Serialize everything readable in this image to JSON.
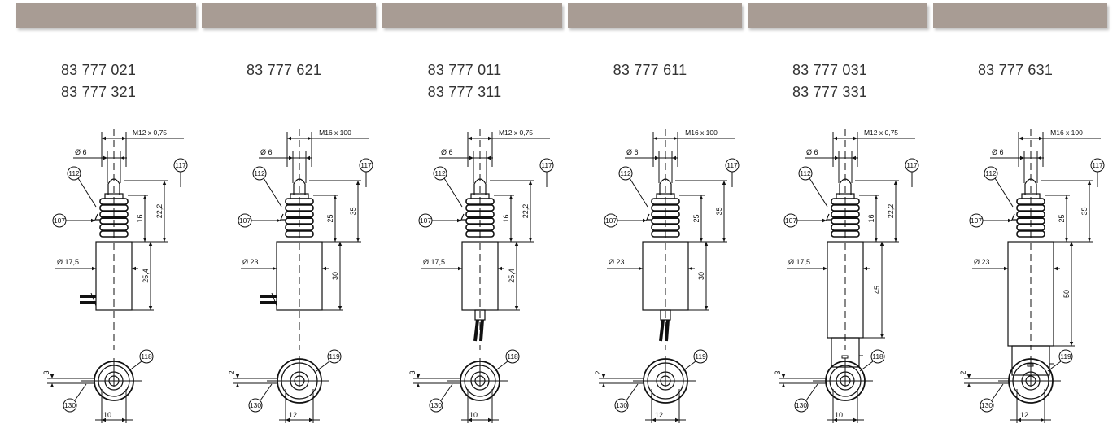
{
  "columns": [
    {
      "parts": [
        "83 777 021",
        "83 777 321"
      ],
      "thread": "M12 x 0,75",
      "pin_dia": "Ø 6",
      "body_dia": "Ø 17,5",
      "dims": {
        "upper": "16",
        "upper_total": "22,2",
        "body": "25,4",
        "flat": "3",
        "across": "10"
      },
      "callouts": {
        "nut": "112",
        "washer": "107",
        "pin": "117",
        "view": "118",
        "edge": "130"
      },
      "connector": "side-wires"
    },
    {
      "parts": [
        "83 777 621"
      ],
      "thread": "M16 x 100",
      "pin_dia": "Ø 6",
      "body_dia": "Ø 23",
      "dims": {
        "upper": "25",
        "upper_total": "35",
        "body": "30",
        "flat": "2",
        "across": "12"
      },
      "callouts": {
        "nut": "112",
        "washer": "107",
        "pin": "117",
        "view": "119",
        "edge": "130"
      },
      "connector": "side-wires"
    },
    {
      "parts": [
        "83 777 011",
        "83 777 311"
      ],
      "thread": "M12 x 0,75",
      "pin_dia": "Ø 6",
      "body_dia": "Ø 17,5",
      "dims": {
        "upper": "16",
        "upper_total": "22,2",
        "body": "25,4",
        "flat": "3",
        "across": "10"
      },
      "callouts": {
        "nut": "112",
        "washer": "107",
        "pin": "117",
        "view": "118",
        "edge": "130"
      },
      "connector": "bottom-wires"
    },
    {
      "parts": [
        "83 777 611"
      ],
      "thread": "M16 x 100",
      "pin_dia": "Ø 6",
      "body_dia": "Ø 23",
      "dims": {
        "upper": "25",
        "upper_total": "35",
        "body": "30",
        "flat": "2",
        "across": "12"
      },
      "callouts": {
        "nut": "112",
        "washer": "107",
        "pin": "117",
        "view": "119",
        "edge": "130"
      },
      "connector": "bottom-wires"
    },
    {
      "parts": [
        "83 777 031",
        "83 777 331"
      ],
      "thread": "M12 x 0,75",
      "pin_dia": "Ø 6",
      "body_dia": "Ø 17,5",
      "dims": {
        "upper": "16",
        "upper_total": "22,2",
        "body": "45",
        "flat": "3",
        "across": "10"
      },
      "callouts": {
        "nut": "112",
        "washer": "107",
        "pin": "117",
        "view": "118",
        "edge": "130"
      },
      "connector": "plug"
    },
    {
      "parts": [
        "83 777 631"
      ],
      "thread": "M16 x 100",
      "pin_dia": "Ø 6",
      "body_dia": "Ø 23",
      "dims": {
        "upper": "25",
        "upper_total": "35",
        "body": "50",
        "flat": "2",
        "across": "12"
      },
      "callouts": {
        "nut": "112",
        "washer": "107",
        "pin": "117",
        "view": "119",
        "edge": "130"
      },
      "connector": "plug"
    }
  ],
  "colors": {
    "header": "#a89c94",
    "line": "#111111",
    "text": "#333333"
  }
}
